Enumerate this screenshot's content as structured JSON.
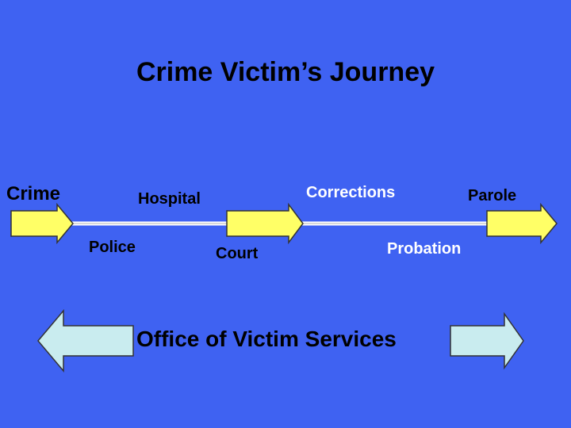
{
  "title": "Crime Victim’s Journey",
  "stages": {
    "crime": "Crime",
    "hospital": "Hospital",
    "police": "Police",
    "court": "Court",
    "corrections": "Corrections",
    "probation": "Probation",
    "parole": "Parole"
  },
  "bottom_label": "Office of Victim Services",
  "colors": {
    "background": "#3f62f2",
    "journey_arrow_fill": "#ffff66",
    "journey_line": "#ffffff",
    "services_arrow_fill": "#c9ecef"
  }
}
